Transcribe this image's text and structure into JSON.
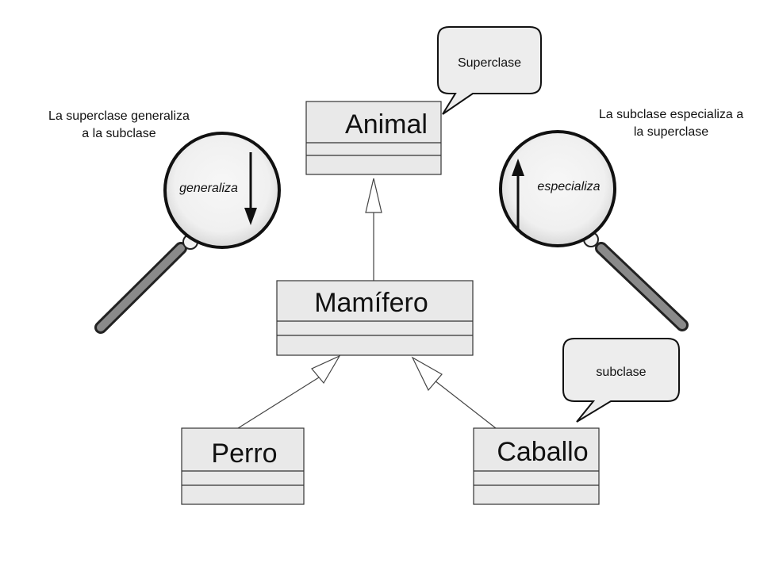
{
  "classes": {
    "animal": "Animal",
    "mamifero": "Mamífero",
    "perro": "Perro",
    "caballo": "Caballo"
  },
  "callouts": {
    "superclase": "Superclase",
    "subclase": "subclase"
  },
  "annotations": {
    "left_line1": "La superclase generaliza",
    "left_line2": "a la subclase",
    "right_line1": "La subclase especializa a",
    "right_line2": "la superclase"
  },
  "lens_labels": {
    "left": "generaliza",
    "right": "especializa"
  },
  "colors": {
    "box_fill": "#e9e9e9",
    "stroke": "#333333",
    "handle": "#8a8a8a",
    "callout_fill": "#ededed"
  }
}
